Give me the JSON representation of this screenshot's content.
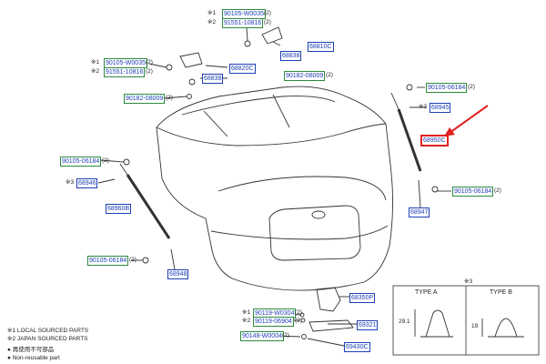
{
  "markers": {
    "mark1": "※1",
    "mark2": "※2",
    "mark3": "※3"
  },
  "labels": {
    "p90105_w0035_top": "90105-W0035",
    "p91551_10816_top": "91551-10816",
    "p68810c": "68810C",
    "p68838_top": "68838",
    "p90105_w0035_left": "90105-W0035",
    "p91551_10816_left": "91551-10816",
    "p68820c": "68820C",
    "p68838_mid": "68838",
    "p90182_08009_mid": "90182-08009",
    "p90182_08009_left": "90182-08009",
    "p90105_06184_tr": "90105-06184",
    "p68945": "68945",
    "p68950c": "68950C",
    "p90105_06184_l": "90105-06184",
    "p68946": "68946",
    "p68960b": "68960B",
    "p90105_06184_r": "90105-06184",
    "p68947": "68947",
    "p90105_06184_bl": "90105-06184",
    "p68948": "68948",
    "p68350p": "68350P",
    "p90119_w0304": "90119-W0304",
    "p90119_06904": "90119-06904",
    "p69321": "69321",
    "p90148_w0004": "90148-W0004",
    "p69430c": "69430C"
  },
  "quantities": {
    "q2": "(2)"
  },
  "types": {
    "type_a": "TYPE A",
    "type_b": "TYPE B",
    "dim_a": "29.1",
    "dim_b": "19"
  },
  "legend": {
    "line1": "※1  LOCAL SOURCED PARTS",
    "line2": "※2  JAPAN SOURCED PARTS",
    "line3": "●  再使用不可部品",
    "line4": "●  Non-reusable part"
  },
  "colors": {
    "label_text": "#1d3fb5",
    "label_border_green": "#2b8a3e",
    "highlight": "#e0201e",
    "line": "#333333"
  }
}
